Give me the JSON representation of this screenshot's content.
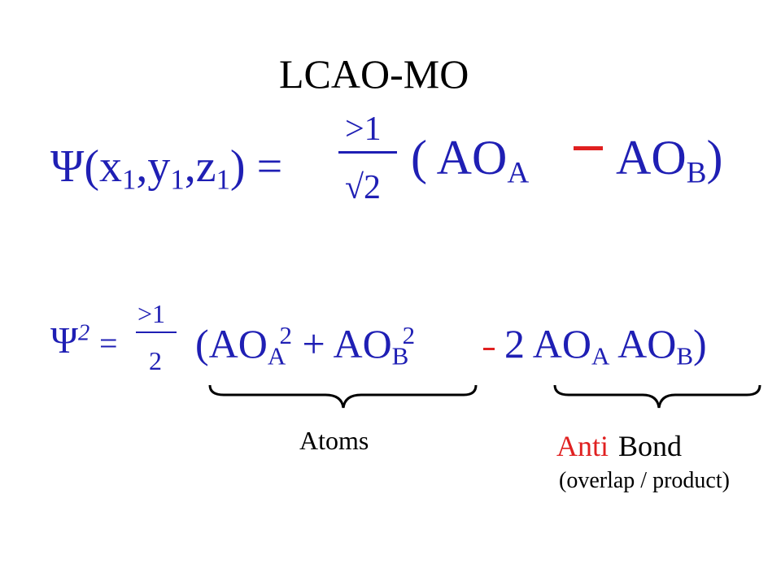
{
  "title": "LCAO-MO",
  "eq1": {
    "psi": "Ψ",
    "args_open": "(x",
    "sub1a": "1",
    "comma1": ",y",
    "sub1b": "1",
    "comma2": ",z",
    "sub1c": "1",
    "args_close": ") =",
    "numerator": ">1",
    "denominator": "√2",
    "open": "( AO",
    "subA": "A",
    "minus": "–",
    "ao_b": "AO",
    "subB": "B",
    "close": ")"
  },
  "eq2": {
    "psi": "Ψ",
    "sq": "2",
    "equals": "=",
    "numerator": ">1",
    "denominator": "2",
    "open": "(AO",
    "subA": "A",
    "supA": "2",
    "plus": " + AO",
    "subB": "B",
    "supB": "2",
    "minus": "–",
    "two": "2 AO",
    "subA2": "A",
    "ao": " AO",
    "subB2": "B",
    "close": ")"
  },
  "labels": {
    "atoms": "Atoms",
    "anti": "Anti",
    "bond": "Bond",
    "overlap": "(overlap / product)"
  },
  "colors": {
    "equation": "#1f1fb4",
    "accent": "#e02020",
    "label": "#000000"
  }
}
